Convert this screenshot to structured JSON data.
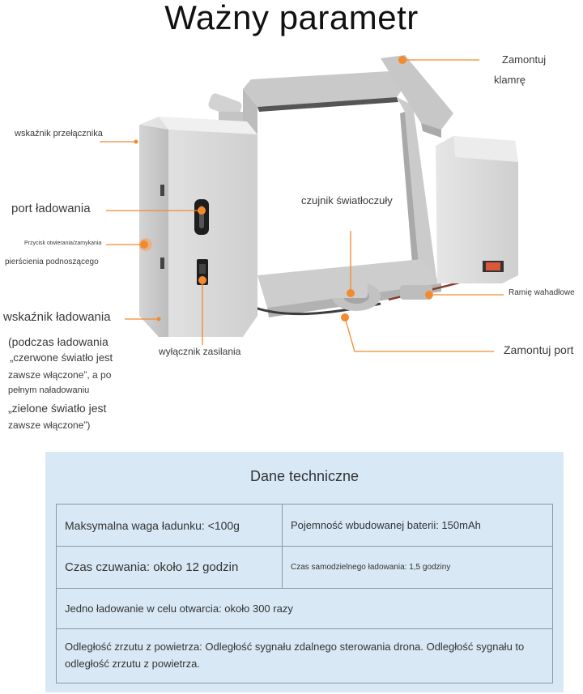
{
  "title": "Ważny parametr",
  "labels": {
    "mount_clasp_1": "Zamontuj",
    "mount_clasp_2": "klamrę",
    "switch_indicator": "wskaźnik przełącznika",
    "charging_port": "port ładowania",
    "light_sensor": "czujnik światłoczuły",
    "open_close_button": "Przycisk otwierania/zamykania",
    "lifting_ring": "pierścienia podnoszącego",
    "swing_arm": "Ramię wahadłowe",
    "charging_indicator": "wskaźnik ładowania",
    "power_switch": "wyłącznik zasilania",
    "mount_port": "Zamontuj port",
    "charging_note": [
      "(podczas ładowania",
      "„czerwone światło jest",
      "zawsze włączone”, a po",
      "pełnym naładowaniu",
      "„zielone światło jest",
      "zawsze włączone”)"
    ]
  },
  "specs": {
    "title": "Dane techniczne",
    "max_load": "Maksymalna waga ładunku: <100g",
    "battery": "Pojemność wbudowanej baterii: 150mAh",
    "standby": "Czas czuwania: około 12 godzin",
    "charge_time": "Czas samodzielnego ładowania: 1,5 godziny",
    "opens_per_charge": "Jedno ładowanie w celu otwarcia: około 300 razy",
    "drop_distance": "Odległość zrzutu z powietrza: Odległość sygnału zdalnego sterowania drona. Odległość sygnału to odległość zrzutu z powietrza."
  },
  "colors": {
    "accent": "#f28a2e",
    "device_body": "#dcdcdc",
    "panel_bg": "#d8e9f5",
    "table_border": "#8a9aa6"
  }
}
